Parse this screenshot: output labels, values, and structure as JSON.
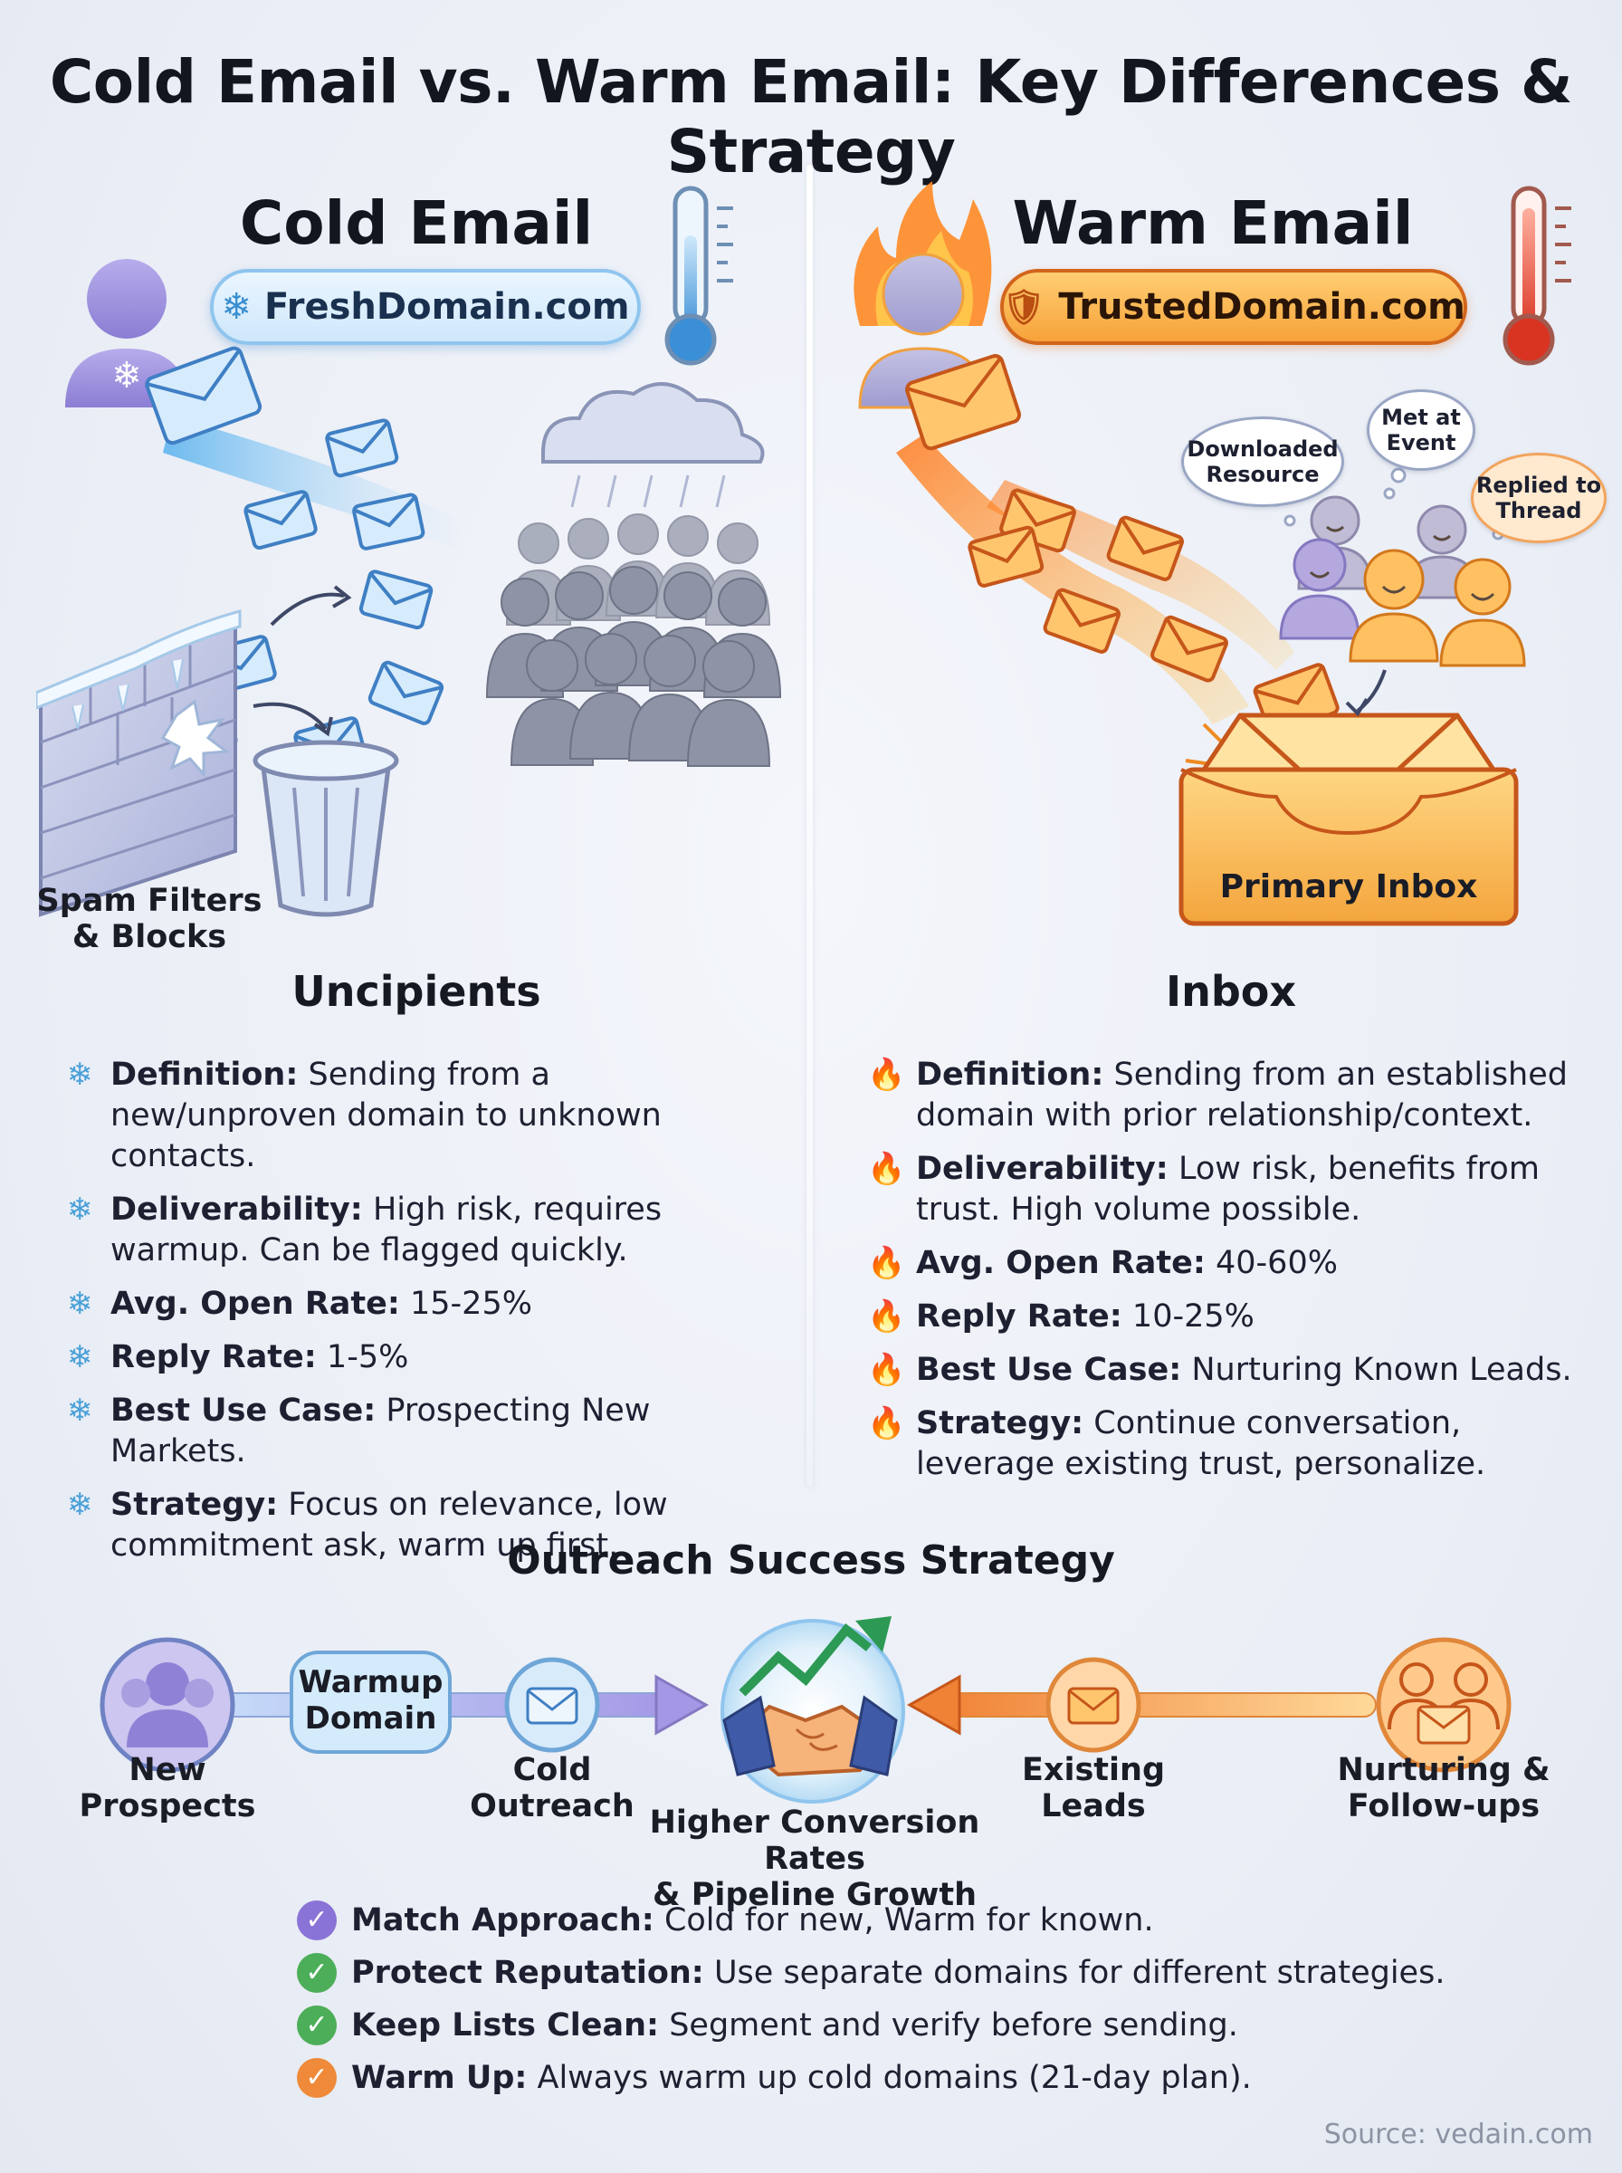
{
  "title": "Cold Email vs. Warm Email: Key Differences & Strategy",
  "cold": {
    "heading": "Cold Email",
    "domain": "FreshDomain.com",
    "spam_label_1": "Spam Filters",
    "spam_label_2": "& Blocks",
    "section_label": "Uncipients",
    "bullets": [
      {
        "term": "Definition:",
        "text": "Sending from a new/unproven domain to unknown contacts."
      },
      {
        "term": "Deliverability:",
        "text": "High risk, requires warmup. Can be flagged quickly."
      },
      {
        "term": "Avg. Open Rate:",
        "text": "15-25%"
      },
      {
        "term": "Reply Rate:",
        "text": "1-5%"
      },
      {
        "term": "Best Use Case:",
        "text": "Prospecting New Markets."
      },
      {
        "term": "Strategy:",
        "text": "Focus on relevance, low commitment ask, warm up first."
      }
    ]
  },
  "warm": {
    "heading": "Warm Email",
    "domain": "TrustedDomain.com",
    "bubble_downloaded": "Downloaded Resource",
    "bubble_met": "Met at Event",
    "bubble_replied": "Replied to Thread",
    "inbox_label": "Primary Inbox",
    "section_label": "Inbox",
    "bullets": [
      {
        "term": "Definition:",
        "text": "Sending from an established domain with prior relationship/context."
      },
      {
        "term": "Deliverability:",
        "text": "Low risk, benefits from trust. High volume possible."
      },
      {
        "term": "Avg. Open Rate:",
        "text": "40-60%"
      },
      {
        "term": "Reply Rate:",
        "text": "10-25%"
      },
      {
        "term": "Best Use Case:",
        "text": "Nurturing Known Leads."
      },
      {
        "term": "Strategy:",
        "text": "Continue conversation, leverage existing trust, personalize."
      }
    ]
  },
  "strategy": {
    "title": "Outreach Success Strategy",
    "new_prospects_1": "New",
    "new_prospects_2": "Prospects",
    "warmup_1": "Warmup",
    "warmup_2": "Domain",
    "cold_outreach_1": "Cold",
    "cold_outreach_2": "Outreach",
    "center_1": "Higher Conversion Rates",
    "center_2": "& Pipeline Growth",
    "existing_1": "Existing",
    "existing_2": "Leads",
    "nurturing_1": "Nurturing &",
    "nurturing_2": "Follow-ups",
    "checks": [
      {
        "term": "Match Approach:",
        "text": "Cold for new, Warm for known.",
        "color": "#8a73d6"
      },
      {
        "term": "Protect Reputation:",
        "text": "Use separate domains for different strategies.",
        "color": "#4cae58"
      },
      {
        "term": "Keep Lists Clean:",
        "text": "Segment and verify before sending.",
        "color": "#4cae58"
      },
      {
        "term": "Warm Up:",
        "text": "Always warm up cold domains (21-day plan).",
        "color": "#ee8a3a"
      }
    ]
  },
  "source": "Source: vedain.com",
  "icons": {
    "cold_bullet": "snowflake-icon",
    "warm_bullet": "fire-icon",
    "check": "check-icon"
  },
  "colors": {
    "cold_accent": "#8fc5ee",
    "warm_accent": "#f7a23a",
    "cold_person": "#9e90dc"
  }
}
